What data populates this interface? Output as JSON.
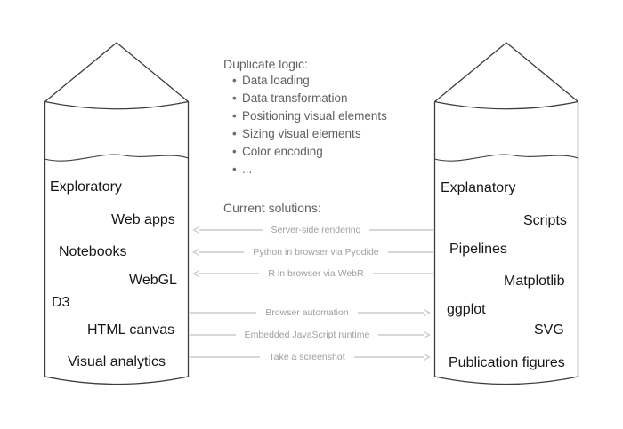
{
  "diagram_title": "",
  "left_silo": {
    "name": "exploratory-silo",
    "items": [
      {
        "label": "Exploratory"
      },
      {
        "label": "Web apps"
      },
      {
        "label": "Notebooks"
      },
      {
        "label": "WebGL"
      },
      {
        "label": "D3"
      },
      {
        "label": "HTML canvas"
      },
      {
        "label": "Visual analytics"
      }
    ]
  },
  "right_silo": {
    "name": "explanatory-silo",
    "items": [
      {
        "label": "Explanatory"
      },
      {
        "label": "Scripts"
      },
      {
        "label": "Pipelines"
      },
      {
        "label": "Matplotlib"
      },
      {
        "label": "ggplot"
      },
      {
        "label": "SVG"
      },
      {
        "label": "Publication figures"
      }
    ]
  },
  "duplicate_logic": {
    "heading": "Duplicate logic:",
    "bullets": [
      "Data loading",
      "Data transformation",
      "Positioning visual elements",
      "Sizing visual elements",
      "Color encoding",
      "..."
    ]
  },
  "current_solutions": {
    "heading": "Current solutions:",
    "arrows": [
      {
        "label": "Server-side rendering",
        "direction": "left"
      },
      {
        "label": "Python in browser via Pyodide",
        "direction": "left"
      },
      {
        "label": "R in browser via WebR",
        "direction": "left"
      },
      {
        "label": "Browser automation",
        "direction": "right"
      },
      {
        "label": "Embedded JavaScript runtime",
        "direction": "right"
      },
      {
        "label": "Take a screenshot",
        "direction": "right"
      }
    ]
  },
  "colors": {
    "silo_outline": "#3d3d3d",
    "silo_text": "#161616",
    "mid_text_gray": "#5d6166",
    "arrow_line_gray": "#d7d7d7",
    "arrow_label_gray": "#9aa0a6",
    "background": "#ffffff"
  }
}
